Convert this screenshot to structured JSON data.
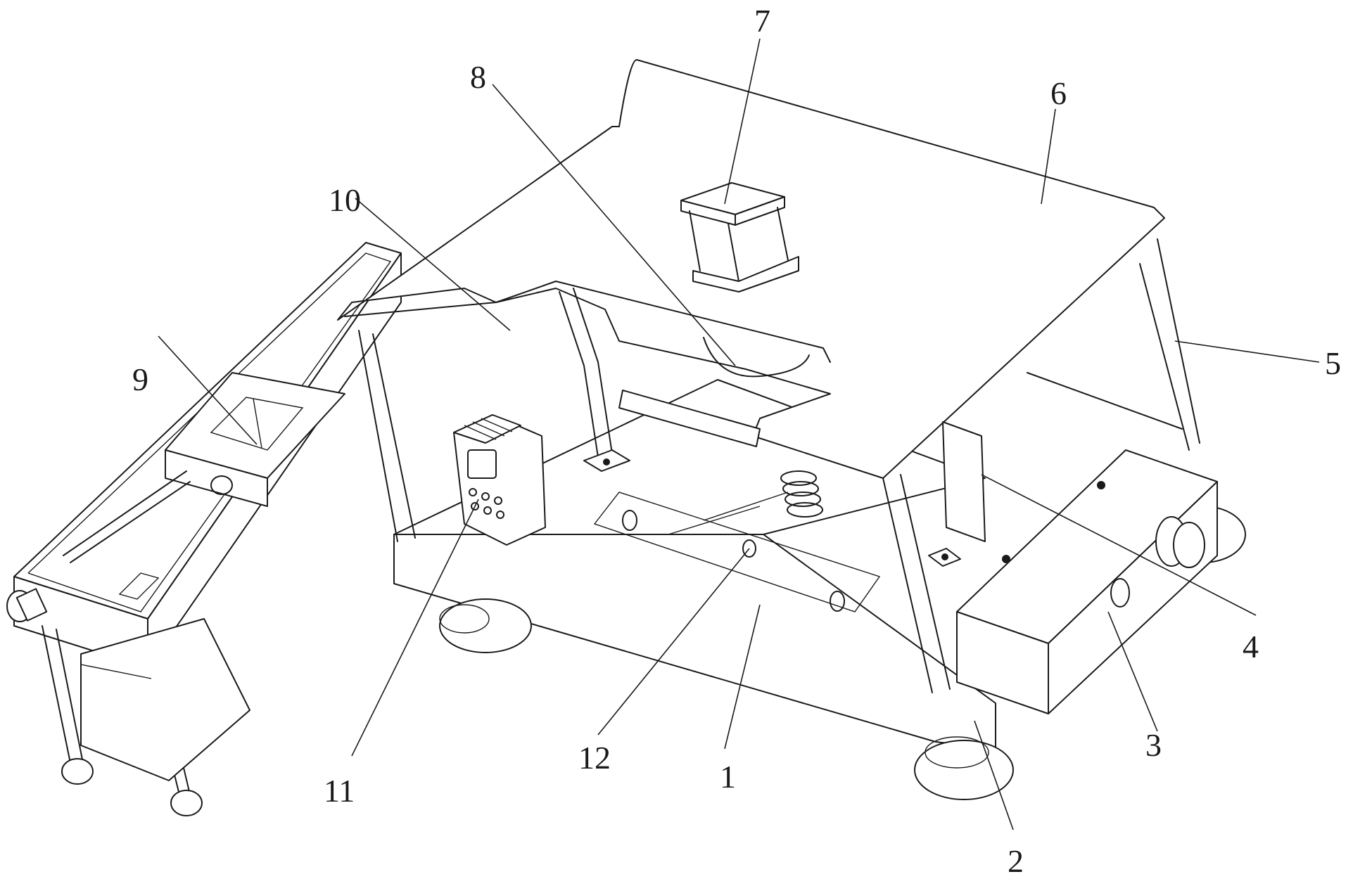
{
  "figure": {
    "type": "patent-isometric-line-drawing",
    "reference_numerals": [
      {
        "id": "1",
        "label": "1"
      },
      {
        "id": "2",
        "label": "2"
      },
      {
        "id": "3",
        "label": "3"
      },
      {
        "id": "4",
        "label": "4"
      },
      {
        "id": "5",
        "label": "5"
      },
      {
        "id": "6",
        "label": "6"
      },
      {
        "id": "7",
        "label": "7"
      },
      {
        "id": "8",
        "label": "8"
      },
      {
        "id": "9",
        "label": "9"
      },
      {
        "id": "10",
        "label": "10"
      },
      {
        "id": "11",
        "label": "11"
      },
      {
        "id": "12",
        "label": "12"
      }
    ]
  }
}
